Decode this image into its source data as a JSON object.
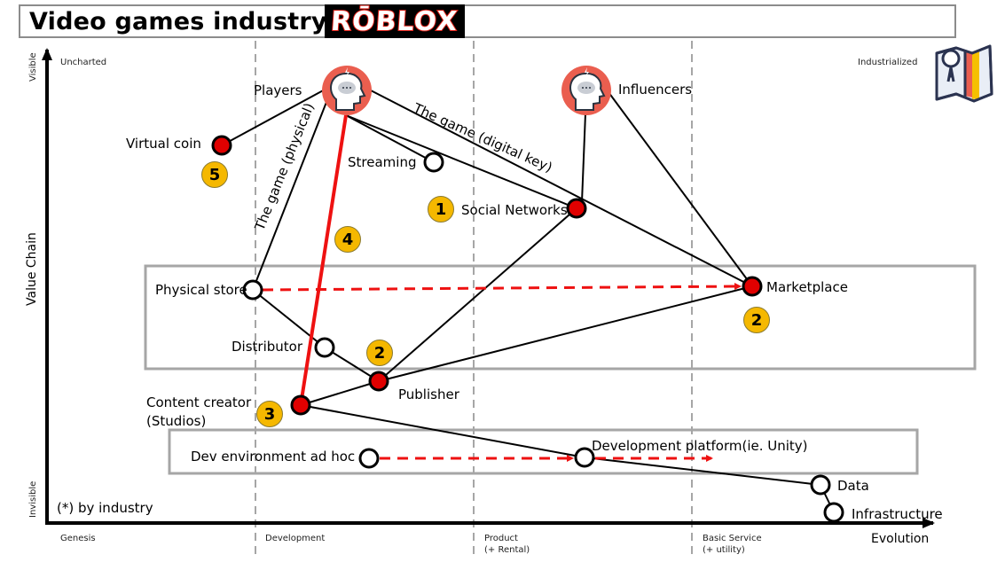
{
  "header": {
    "title": "Video games industry",
    "logo_text": "RŌBLOX"
  },
  "axes": {
    "y_label": "Value Chain",
    "y_top": "Visible",
    "y_bottom": "Invisible",
    "x_label": "Evolution",
    "x_left_caption": "Uncharted",
    "x_right_caption": "Industrialized",
    "stages": [
      {
        "line1": "Genesis",
        "line2": ""
      },
      {
        "line1": "Development",
        "line2": ""
      },
      {
        "line1": "Product",
        "line2": "(+ Rental)"
      },
      {
        "line1": "Basic Service",
        "line2": "(+ utility)"
      }
    ]
  },
  "footnote": "(*) by industry",
  "nodes": [
    {
      "id": "players",
      "label": "Players",
      "type": "user"
    },
    {
      "id": "influencers",
      "label": "Influencers",
      "type": "user"
    },
    {
      "id": "virtual_coin",
      "label": "Virtual coin",
      "type": "red"
    },
    {
      "id": "streaming",
      "label": "Streaming",
      "type": "white"
    },
    {
      "id": "social_networks",
      "label": "Social Networks",
      "type": "red"
    },
    {
      "id": "physical_store",
      "label": "Physical store",
      "type": "white"
    },
    {
      "id": "marketplace",
      "label": "Marketplace",
      "type": "red"
    },
    {
      "id": "distributor",
      "label": "Distributor",
      "type": "white"
    },
    {
      "id": "publisher",
      "label": "Publisher",
      "type": "red"
    },
    {
      "id": "content_creator",
      "label": "Content creator",
      "label2": "(Studios)",
      "type": "red"
    },
    {
      "id": "dev_env",
      "label": "Dev environment ad hoc",
      "type": "white"
    },
    {
      "id": "dev_platform",
      "label": "Development platform(ie. Unity)",
      "type": "white"
    },
    {
      "id": "data",
      "label": "Data",
      "type": "white"
    },
    {
      "id": "infrastructure",
      "label": "Infrastructure",
      "type": "white"
    }
  ],
  "edge_labels": {
    "physical": "The game (physical)",
    "digital": "The game (digital key)"
  },
  "badges": [
    "1",
    "2",
    "2",
    "3",
    "4",
    "5"
  ],
  "colors": {
    "red_node": "#e00000",
    "red_line": "#ee1111",
    "badge": "#f5b800",
    "box_border": "#a6a6a6",
    "grid": "#a6a6a6",
    "user_icon": "#ea5e4f"
  }
}
